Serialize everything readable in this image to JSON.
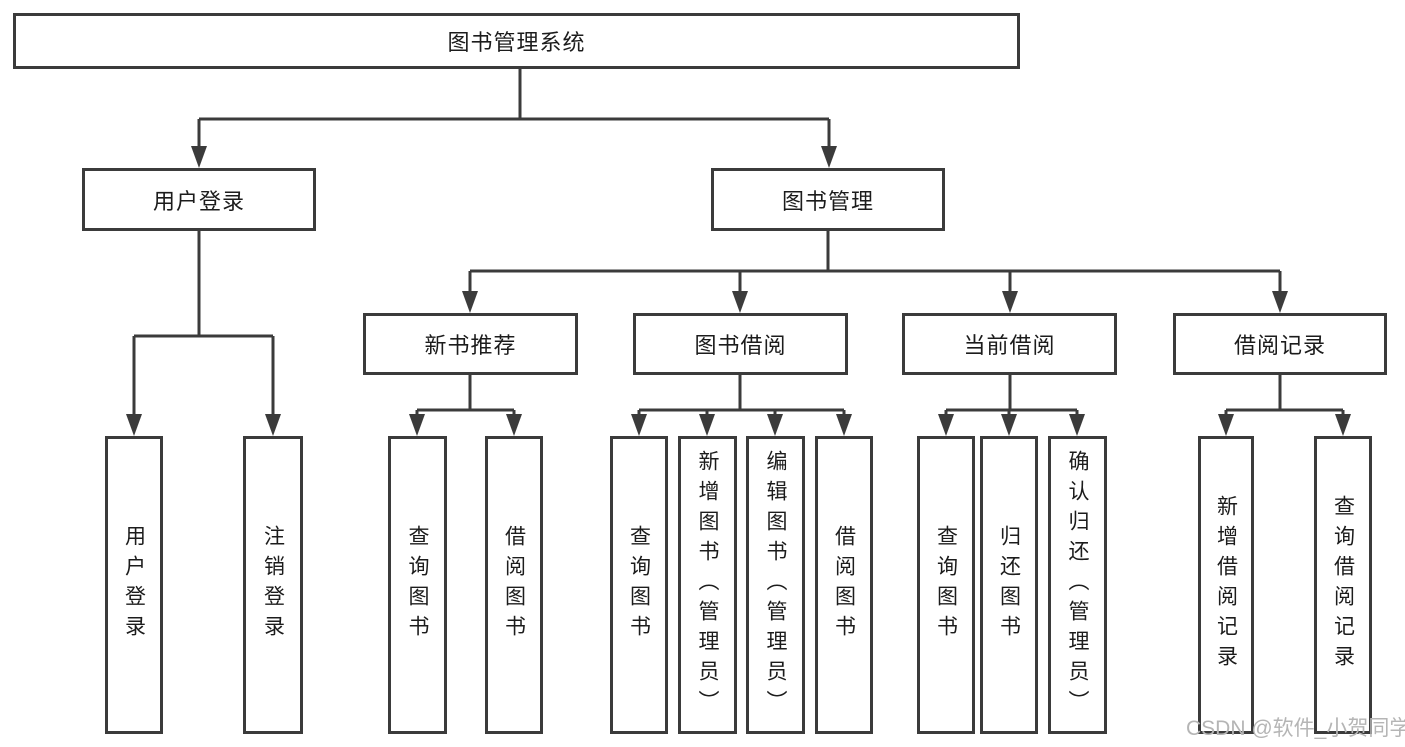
{
  "tree": {
    "root": {
      "label": "图书管理系统"
    },
    "branches": [
      {
        "label": "用户登录",
        "children": [
          {
            "label": "用户登录"
          },
          {
            "label": "注销登录"
          }
        ]
      },
      {
        "label": "图书管理",
        "children": [
          {
            "label": "新书推荐",
            "children": [
              {
                "label": "查询图书"
              },
              {
                "label": "借阅图书"
              }
            ]
          },
          {
            "label": "图书借阅",
            "children": [
              {
                "label": "查询图书"
              },
              {
                "label": "新增图书（管理员）"
              },
              {
                "label": "编辑图书（管理员）"
              },
              {
                "label": "借阅图书"
              }
            ]
          },
          {
            "label": "当前借阅",
            "children": [
              {
                "label": "查询图书"
              },
              {
                "label": "归还图书"
              },
              {
                "label": "确认归还（管理员）"
              }
            ]
          },
          {
            "label": "借阅记录",
            "children": [
              {
                "label": "新增借阅记录"
              },
              {
                "label": "查询借阅记录"
              }
            ]
          }
        ]
      }
    ]
  },
  "watermark": "CSDN @软件_小贺同学",
  "colors": {
    "line": "#3b3b3b",
    "box_border": "#3b3b3b",
    "text": "#1c1c1c",
    "watermark_text": "#b5b5b5",
    "background": "#ffffff"
  }
}
